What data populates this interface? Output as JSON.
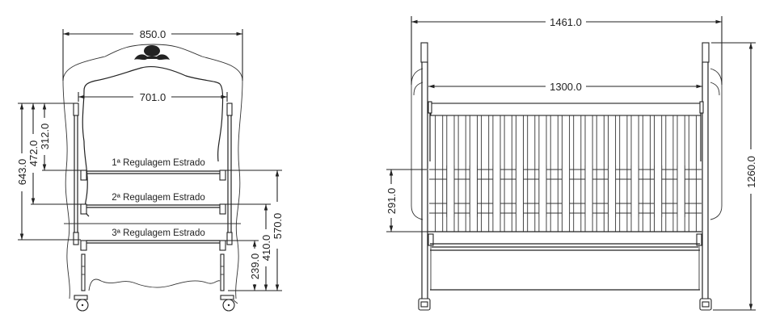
{
  "drawing": {
    "subject": "Crib technical drawing",
    "units": "mm",
    "colors": {
      "line": "#222222",
      "background": "#ffffff"
    }
  },
  "side_view": {
    "overall_width": "850.0",
    "inner_width": "701.0",
    "heights_left": {
      "h643": "643.0",
      "h472": "472.0",
      "h312": "312.0"
    },
    "heights_right": {
      "h570": "570.0",
      "h410": "410.0",
      "h239": "239.0"
    },
    "labels": {
      "level1": "1ª Regulagem Estrado",
      "level2": "2ª Regulagem Estrado",
      "level3": "3ª Regulagem Estrado"
    }
  },
  "front_view": {
    "overall_width": "1461.0",
    "inner_width": "1300.0",
    "overall_height": "1260.0",
    "panel_height": "291.0",
    "slat_count": 23
  }
}
